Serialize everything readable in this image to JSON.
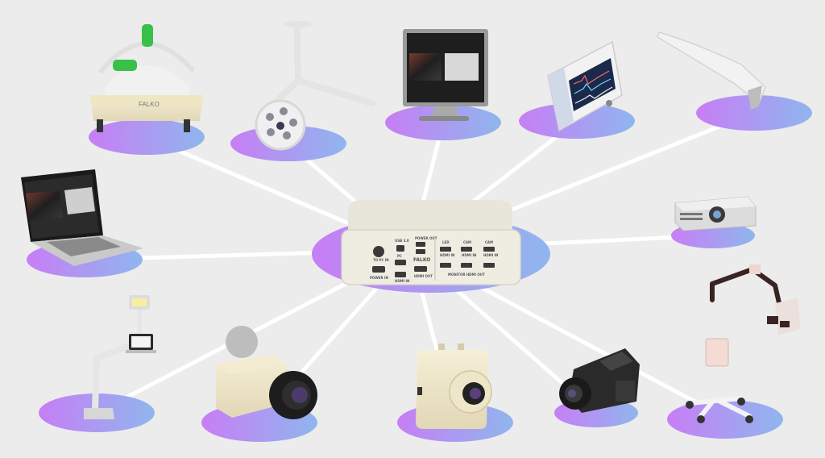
{
  "hub": {
    "icon": "falko-switch-box-icon",
    "brand": "FALKO",
    "port_labels": [
      "TO PC IN",
      "USB 3.0",
      "PC",
      "POWER OUT",
      "HDMI IN",
      "HDMI OUT",
      "LED",
      "CAM",
      "CAM",
      "HDMI IN",
      "HDMI IN",
      "HDMI IN",
      "MONITOR HDMI OUT",
      "POWER IN"
    ]
  },
  "devices": [
    {
      "name": "dental-loupe-headset",
      "icon": "headset-icon",
      "brand": "FALKO"
    },
    {
      "name": "surgical-light",
      "icon": "surgical-light-icon"
    },
    {
      "name": "monitor-display",
      "icon": "monitor-icon"
    },
    {
      "name": "patient-vital-monitor",
      "icon": "vital-monitor-icon"
    },
    {
      "name": "intraoral-camera",
      "icon": "intraoral-camera-icon"
    },
    {
      "name": "laptop",
      "icon": "laptop-icon"
    },
    {
      "name": "projector",
      "icon": "projector-icon"
    },
    {
      "name": "document-camera-stand",
      "icon": "document-camera-icon"
    },
    {
      "name": "ip-camera",
      "icon": "camera-icon"
    },
    {
      "name": "small-camera",
      "icon": "camera-icon"
    },
    {
      "name": "camcorder",
      "icon": "camcorder-icon"
    },
    {
      "name": "surgical-microscope",
      "icon": "microscope-icon"
    }
  ],
  "colors": {
    "background": "#ececec",
    "connector": "#ffffff",
    "pad_from": "#c77ef5",
    "pad_to": "#8fb6ee"
  }
}
